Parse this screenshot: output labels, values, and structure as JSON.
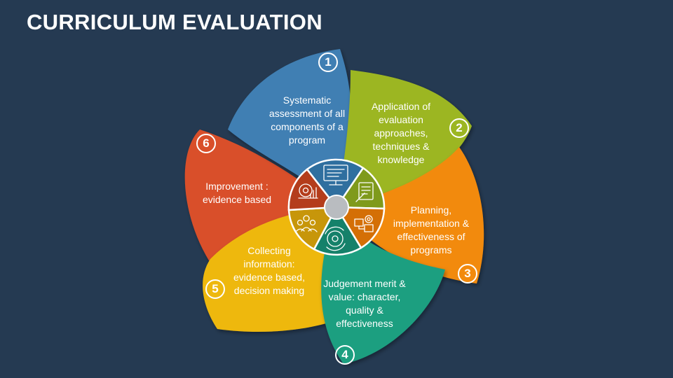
{
  "title": "CURRICULUM EVALUATION",
  "colors": {
    "background": "#253a52",
    "blue": "#3f7fb3",
    "green": "#9cb623",
    "orange": "#f28a0c",
    "teal": "#1d9f80",
    "yellow": "#eeb80f",
    "red": "#d9502a"
  },
  "items": [
    {
      "number": "1",
      "text": "Systematic assessment of all components of a program",
      "icon": "computer-screen-icon"
    },
    {
      "number": "2",
      "text": "Application of evaluation approaches, techniques & knowledge",
      "icon": "checklist-pen-icon"
    },
    {
      "number": "3",
      "text": "Planning, implementation & effectiveness of programs",
      "icon": "process-gear-icon"
    },
    {
      "number": "4",
      "text": "Judgement merit & value: character, quality & effectiveness",
      "icon": "cycle-gear-icon"
    },
    {
      "number": "5",
      "text": "Collecting information: evidence based, decision making",
      "icon": "team-icon"
    },
    {
      "number": "6",
      "text": "Improvement : evidence based",
      "icon": "gear-chart-icon"
    }
  ]
}
